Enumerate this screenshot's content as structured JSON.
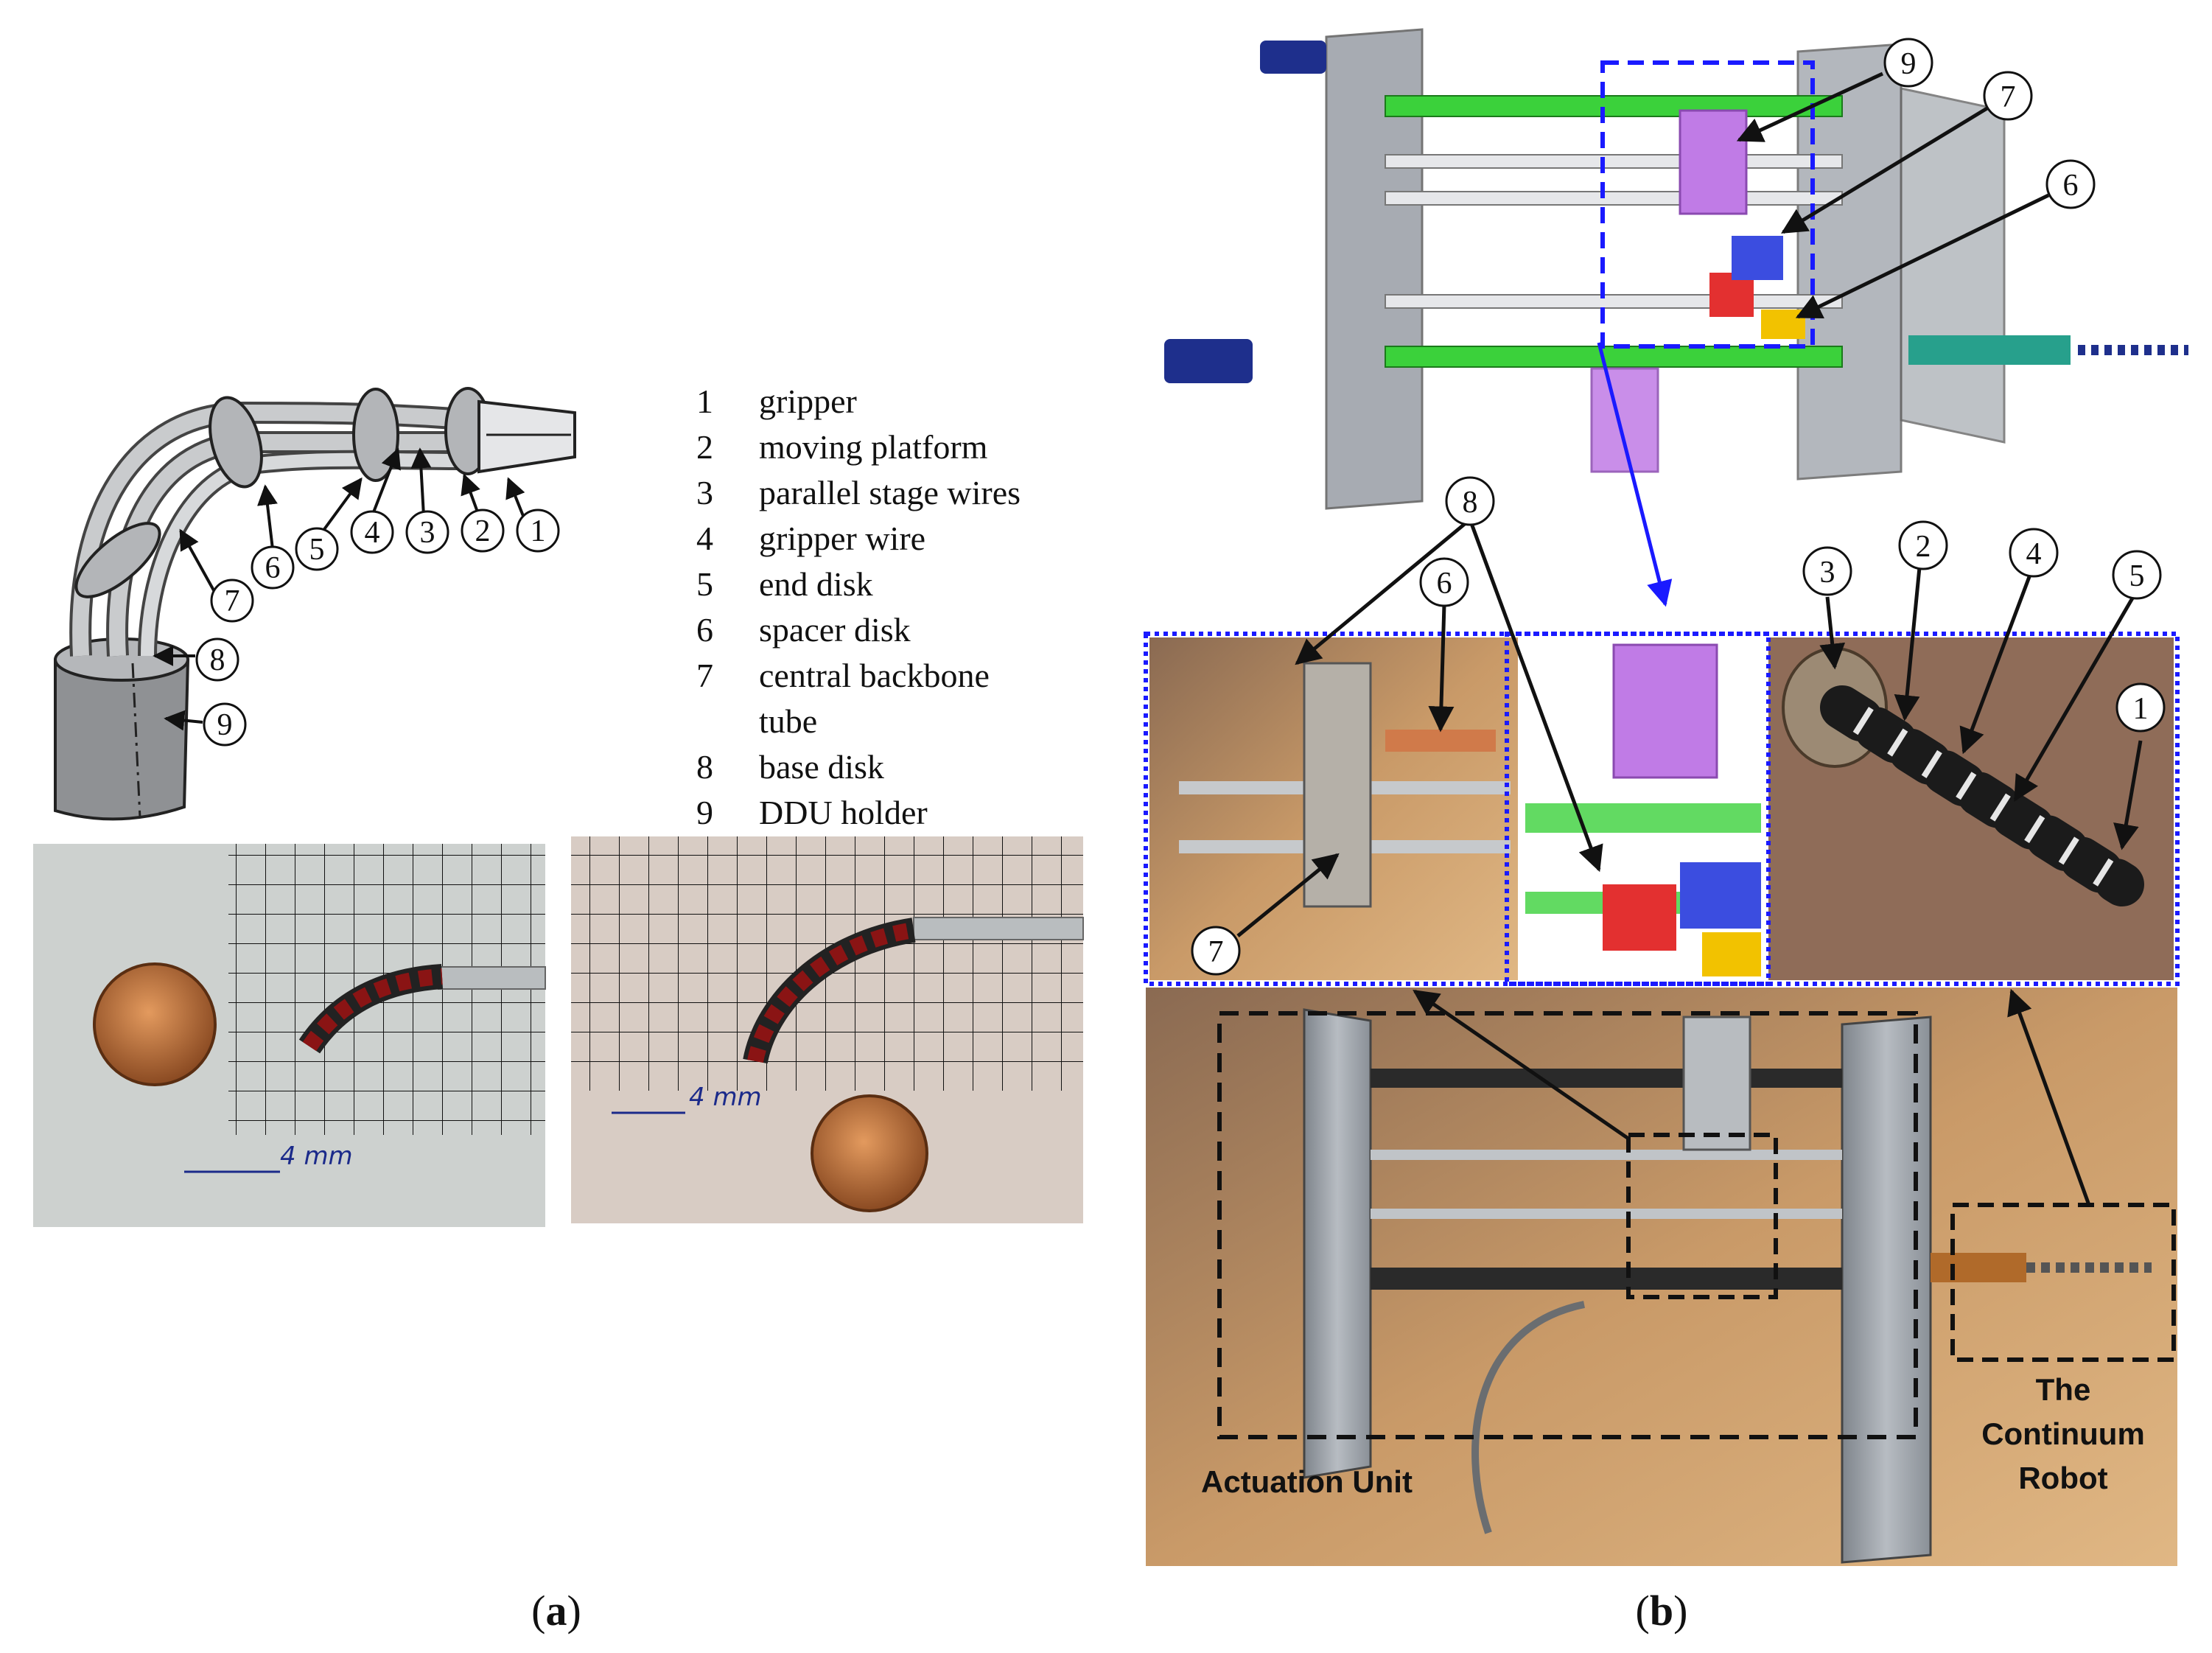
{
  "legend": [
    {
      "num": "1",
      "label": "gripper"
    },
    {
      "num": "2",
      "label": "moving platform"
    },
    {
      "num": "3",
      "label": "parallel stage wires"
    },
    {
      "num": "4",
      "label": "gripper wire"
    },
    {
      "num": "5",
      "label": "end disk"
    },
    {
      "num": "6",
      "label": "spacer disk"
    },
    {
      "num": "7",
      "label": "central backbone"
    },
    {
      "num": "",
      "label": "tube"
    },
    {
      "num": "8",
      "label": "base disk"
    },
    {
      "num": "9",
      "label": "DDU holder"
    }
  ],
  "callouts_a": [
    "1",
    "2",
    "3",
    "4",
    "5",
    "6",
    "7",
    "8",
    "9"
  ],
  "callouts_b": [
    "9",
    "7",
    "6",
    "8",
    "6",
    "3",
    "2",
    "4",
    "5",
    "1",
    "7"
  ],
  "scale_label": "4 mm",
  "photo_labels": {
    "actuation_unit": "Actuation Unit",
    "continuum_1": "The",
    "continuum_2": "Continuum",
    "continuum_3": "Robot"
  },
  "captions": {
    "a": "a",
    "b": "b"
  },
  "colors": {
    "blue_dashed": "#1a1aff",
    "black_dashed": "#111111",
    "wood": "#c9915a",
    "steel_gray": "#9ea3aa",
    "grid_bg": "#d7dad8",
    "green_rod": "#3bd13b",
    "purple_block": "#c07be6"
  }
}
